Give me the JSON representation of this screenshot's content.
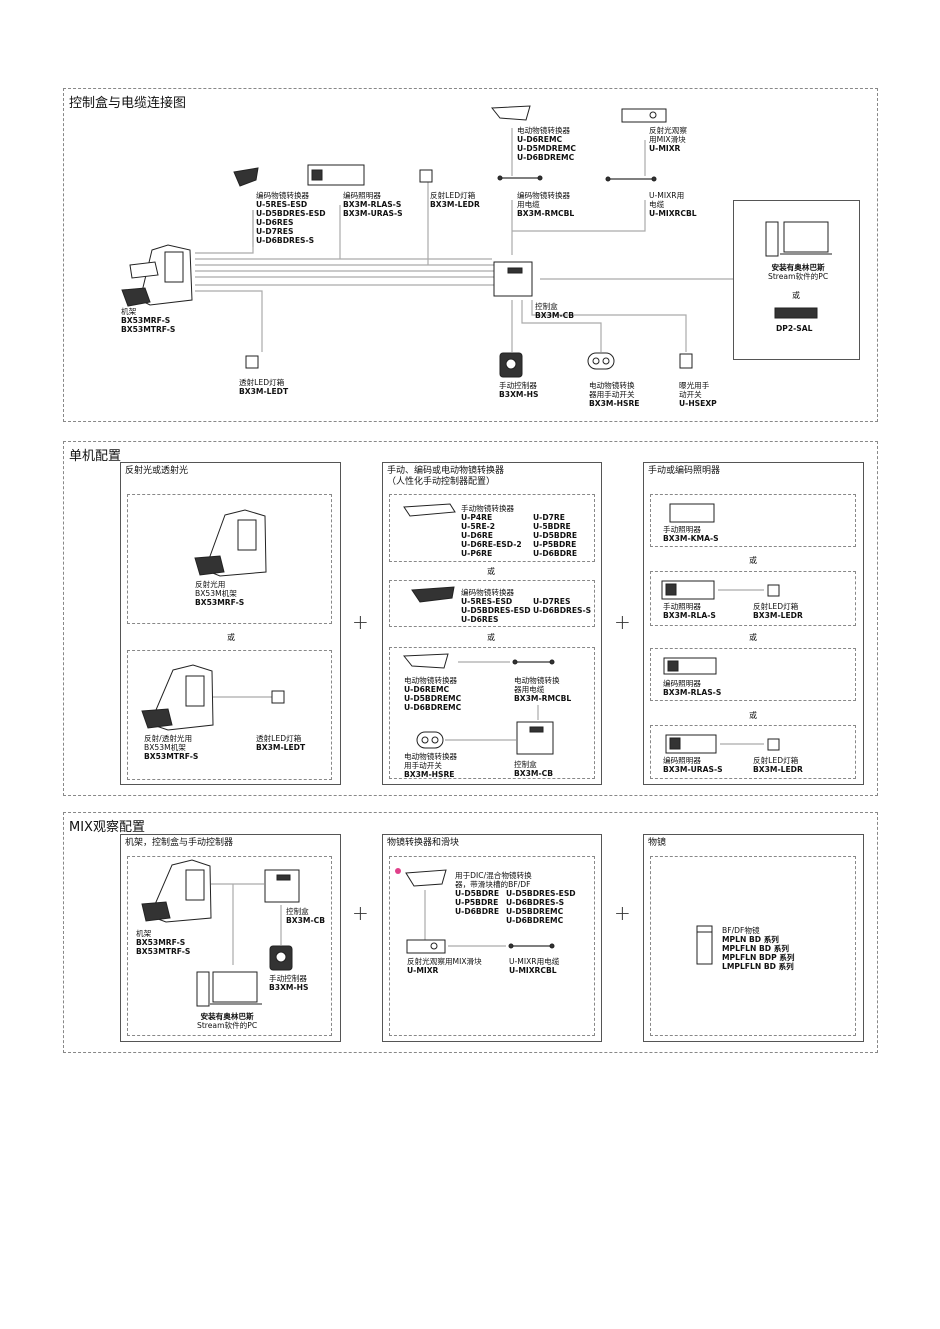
{
  "sections": {
    "connection": {
      "title": "控制盒与电缆连接图"
    },
    "single": {
      "title": "单机配置"
    },
    "mix": {
      "title": "MIX观察配置"
    }
  },
  "connection": {
    "frame": {
      "name": "机架",
      "codes": [
        "BX53MRF-S",
        "BX53MTRF-S"
      ]
    },
    "encoded_nosepiece": {
      "name": "编码物镜转换器",
      "codes": [
        "U-5RES-ESD",
        "U-D5BDRES-ESD",
        "U-D6RES",
        "U-D7RES",
        "U-D6BDRES-S"
      ]
    },
    "encoded_illuminator": {
      "name": "编码照明器",
      "codes": [
        "BX3M-RLAS-S",
        "BX3M-URAS-S"
      ]
    },
    "refl_led": {
      "name": "反射LED灯箱",
      "codes": [
        "BX3M-LEDR"
      ]
    },
    "motor_nosepiece": {
      "name": "电动物镜转换器",
      "codes": [
        "U-D6REMC",
        "U-D5MDREMC",
        "U-D6BDREMC"
      ]
    },
    "motor_cable": {
      "name_lines": [
        "编码物镜转换器",
        "用电缆"
      ],
      "codes": [
        "BX3M-RMCBL"
      ]
    },
    "mix_slider": {
      "name_lines": [
        "反射光观察",
        "用MIX滑块"
      ],
      "codes": [
        "U-MIXR"
      ]
    },
    "mix_cable": {
      "name_lines": [
        "U-MIXR用",
        "电缆"
      ],
      "codes": [
        "U-MIXRCBL"
      ]
    },
    "control_box": {
      "name": "控制盒",
      "codes": [
        "BX3M-CB"
      ]
    },
    "pc": {
      "name_lines": [
        "安装有奥林巴斯",
        "Stream软件的PC"
      ]
    },
    "or": "或",
    "dp2": {
      "codes": [
        "DP2-SAL"
      ]
    },
    "trans_led": {
      "name": "透射LED灯箱",
      "codes": [
        "BX3M-LEDT"
      ]
    },
    "hand_switch": {
      "name": "手动控制器",
      "codes": [
        "B3XM-HS"
      ]
    },
    "motor_hand_switch": {
      "name_lines": [
        "电动物镜转换",
        "器用手动开关"
      ],
      "codes": [
        "BX3M-HSRE"
      ]
    },
    "exposure_switch": {
      "name_lines": [
        "曝光用手",
        "动开关"
      ],
      "codes": [
        "U-HSEXP"
      ]
    }
  },
  "single": {
    "panel1": {
      "title": "反射光或透射光",
      "frame_a": {
        "name_lines": [
          "反射光用",
          "BX53M机架"
        ],
        "codes": [
          "BX53MRF-S"
        ]
      },
      "or": "或",
      "frame_b": {
        "name_lines": [
          "反射/透射光用",
          "BX53M机架"
        ],
        "codes": [
          "BX53MTRF-S"
        ]
      },
      "trans_led": {
        "name": "透射LED灯箱",
        "codes": [
          "BX3M-LEDT"
        ]
      }
    },
    "panel2": {
      "title_lines": [
        "手动、编码或电动物镜转换器",
        "（人性化手动控制器配置）"
      ],
      "manual": {
        "name": "手动物镜转换器",
        "col1": [
          "U-P4RE",
          "U-5RE-2",
          "U-D6RE",
          "U-D6RE-ESD-2",
          "U-P6RE"
        ],
        "col2": [
          "U-D7RE",
          "U-5BDRE",
          "U-D5BDRE",
          "U-P5BDRE",
          "U-D6BDRE"
        ]
      },
      "or1": "或",
      "encoded": {
        "name": "编码物镜转换器",
        "col1": [
          "U-5RES-ESD",
          "U-D5BDRES-ESD",
          "U-D6RES"
        ],
        "col2": [
          "U-D7RES",
          "U-D6BDRES-S"
        ]
      },
      "or2": "或",
      "motor": {
        "name": "电动物镜转换器",
        "codes": [
          "U-D6REMC",
          "U-D5BDREMC",
          "U-D6BDREMC"
        ]
      },
      "motor_cable": {
        "name_lines": [
          "电动物镜转换",
          "器用电缆"
        ],
        "codes": [
          "BX3M-RMCBL"
        ]
      },
      "hand_switch": {
        "name_lines": [
          "电动物镜转换器",
          "用手动开关"
        ],
        "codes": [
          "BX3M-HSRE"
        ]
      },
      "control_box": {
        "name": "控制盒",
        "codes": [
          "BX3M-CB"
        ]
      }
    },
    "panel3": {
      "title": "手动或编码照明器",
      "manual_illum": {
        "name": "手动照明器",
        "codes": [
          "BX3M-KMA-S"
        ]
      },
      "or1": "或",
      "manual_rla": {
        "name": "手动照明器",
        "codes": [
          "BX3M-RLA-S"
        ]
      },
      "led1": {
        "name": "反射LED灯箱",
        "codes": [
          "BX3M-LEDR"
        ]
      },
      "or2": "或",
      "enc_rlas": {
        "name": "编码照明器",
        "codes": [
          "BX3M-RLAS-S"
        ]
      },
      "or3": "或",
      "enc_uras": {
        "name": "编码照明器",
        "codes": [
          "BX3M-URAS-S"
        ]
      },
      "led2": {
        "name": "反射LED灯箱",
        "codes": [
          "BX3M-LEDR"
        ]
      }
    },
    "plus": "+"
  },
  "mix": {
    "panel1": {
      "title": "机架，控制盒与手动控制器",
      "frame": {
        "name": "机架",
        "codes": [
          "BX53MRF-S",
          "BX53MTRF-S"
        ]
      },
      "control_box": {
        "name": "控制盒",
        "codes": [
          "BX3M-CB"
        ]
      },
      "hand_switch": {
        "name": "手动控制器",
        "codes": [
          "B3XM-HS"
        ]
      },
      "pc": {
        "lines": [
          "安装有奥林巴斯",
          "Stream软件的PC"
        ]
      }
    },
    "panel2": {
      "title": "物镜转换器和滑块",
      "nosepiece": {
        "name_lines": [
          "用于DIC/混合物镜转换",
          "器，带滑块槽的BF/DF"
        ],
        "col1": [
          "U-D5BDRE",
          "U-P5BDRE",
          "U-D6BDRE"
        ],
        "col2": [
          "U-D5BDRES-ESD",
          "U-D6BDRES-S",
          "U-D5BDREMC",
          "U-D6BDREMC"
        ]
      },
      "slider": {
        "name": "反射光观察用MIX滑块",
        "codes": [
          "U-MIXR"
        ]
      },
      "cable": {
        "name": "U-MIXR用电缆",
        "codes": [
          "U-MIXRCBL"
        ]
      },
      "accent_color": "#e0408a"
    },
    "panel3": {
      "title": "物镜",
      "objective": {
        "name": "BF/DF物镜",
        "lines": [
          "MPLN BD 系列",
          "MPLFLN BD 系列",
          "MPLFLN BDP 系列",
          "LMPLFLN BD 系列"
        ]
      }
    }
  }
}
